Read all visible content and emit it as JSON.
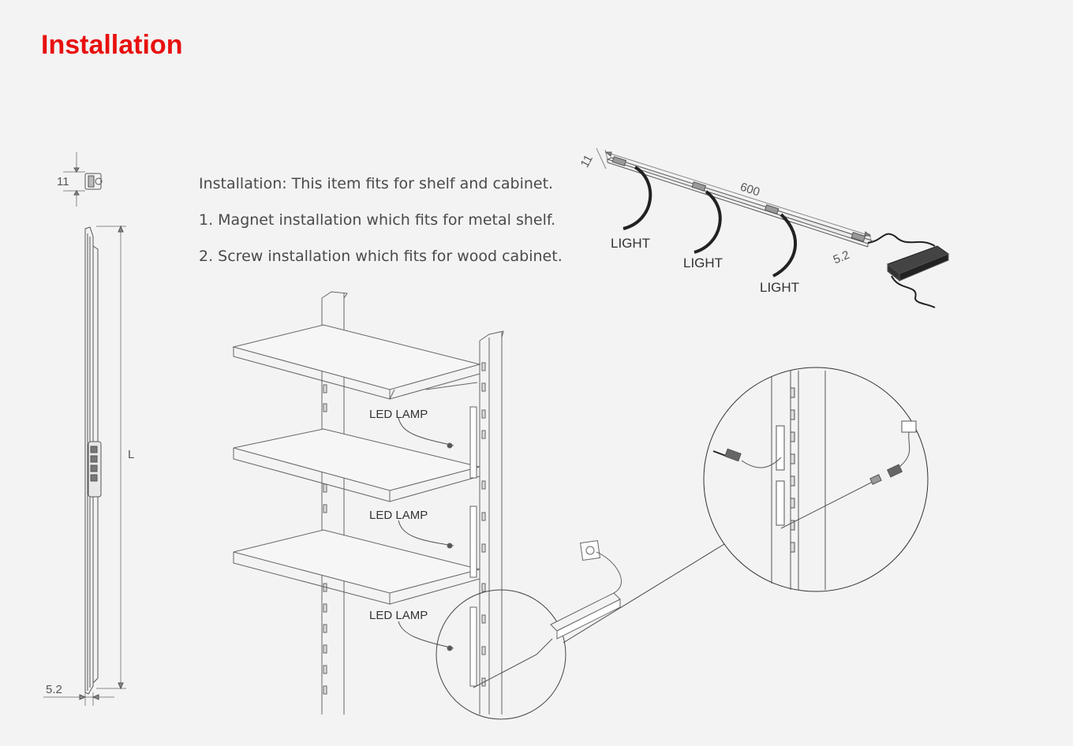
{
  "title": "Installation",
  "notes": [
    "Installation: This item fits for shelf and cabinet.",
    "1. Magnet installation which fits for metal shelf.",
    "2. Screw installation which fits for wood cabinet."
  ],
  "dimensions": {
    "height": "11",
    "length": "L",
    "thickness": "5.2",
    "strip_length": "600",
    "strip_height": "11",
    "strip_thickness": "5.2"
  },
  "light_labels": [
    "LIGHT",
    "LIGHT",
    "LIGHT"
  ],
  "lamp_labels": [
    "LED LAMP",
    "LED LAMP",
    "LED LAMP"
  ],
  "colors": {
    "title": "#e8100f",
    "text": "#4a4a4a",
    "line": "#555555",
    "background": "#f3f3f3"
  }
}
